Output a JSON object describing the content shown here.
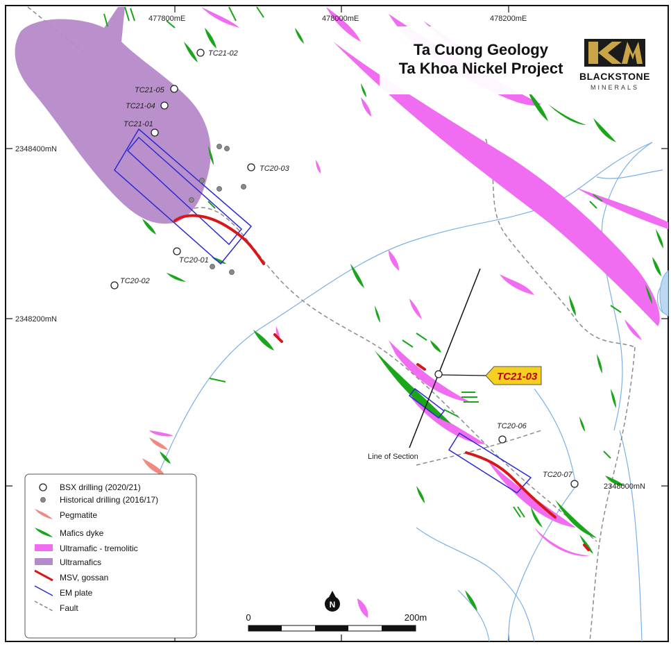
{
  "title": {
    "line1": "Ta Cuong Geology",
    "line2": "Ta Khoa Nickel Project"
  },
  "logo": {
    "name": "BLACKSTONE",
    "sub": "MINERALS",
    "icon": "blackstone-km-logo"
  },
  "grid": {
    "eastings": [
      "477800mE",
      "478000mE",
      "478200mE"
    ],
    "northings": [
      "2348400mN",
      "2348200mN",
      "2348000mN"
    ]
  },
  "drillholes": {
    "bsx": [
      "TC21-02",
      "TC21-05",
      "TC21-04",
      "TC21-01",
      "TC20-03",
      "TC20-01",
      "TC20-02",
      "TC20-06",
      "TC20-07"
    ],
    "highlight": "TC21-03"
  },
  "annotations": {
    "line_of_section": "Line of Section"
  },
  "legend": {
    "items": [
      {
        "label": "BSX drilling (2020/21)",
        "symbol": "white-circle"
      },
      {
        "label": "Historical drilling (2016/17)",
        "symbol": "grey-dot"
      },
      {
        "label": "Pegmatite",
        "symbol": "salmon-lens",
        "color": "#f08a80"
      },
      {
        "label": "Mafics dyke",
        "symbol": "green-lens",
        "color": "#1aa51a"
      },
      {
        "label": "Ultramafic - tremolitic",
        "symbol": "magenta-box",
        "color": "#f06cf0"
      },
      {
        "label": "Ultramafics",
        "symbol": "purple-box",
        "color": "#b58ac8"
      },
      {
        "label": "MSV, gossan",
        "symbol": "red-line",
        "color": "#d81818"
      },
      {
        "label": "EM plate",
        "symbol": "blue-line",
        "color": "#2a2ad0"
      },
      {
        "label": "Fault",
        "symbol": "dashed-line",
        "color": "#888888"
      }
    ]
  },
  "scale": {
    "start": "0",
    "end": "200m"
  },
  "north_arrow": {
    "label": "N"
  },
  "colors": {
    "ultramafics": "#b58ac8",
    "tremolitic": "#f06cf0",
    "mafic": "#1aa51a",
    "pegmatite": "#f08a80",
    "msv": "#d81818",
    "em_plate": "#2a2ad0",
    "stream": "#7ab0e6",
    "fault": "#8a8a8a",
    "callout_fill": "#f5d020"
  }
}
